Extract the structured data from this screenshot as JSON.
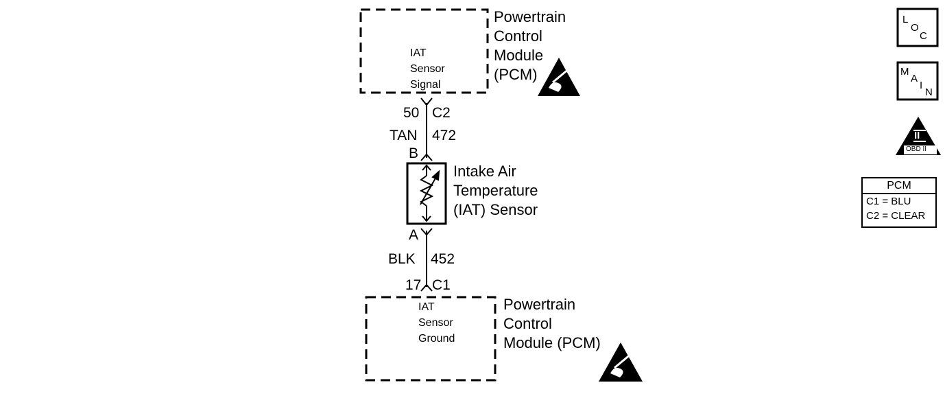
{
  "pcm_top": {
    "title_lines": [
      "Powertrain",
      "Control",
      "Module",
      "(PCM)"
    ],
    "signal_lines": [
      "IAT",
      "Sensor",
      "Signal"
    ]
  },
  "wire_upper": {
    "pin": "50",
    "connector": "C2",
    "color": "TAN",
    "circuit": "472",
    "sensor_terminal": "B"
  },
  "sensor": {
    "name_lines": [
      "Intake Air",
      "Temperature",
      "(IAT) Sensor"
    ]
  },
  "wire_lower": {
    "sensor_terminal": "A",
    "color": "BLK",
    "circuit": "452",
    "pin": "17",
    "connector": "C1"
  },
  "pcm_bottom": {
    "title_lines": [
      "Powertrain",
      "Control",
      "Module (PCM)"
    ],
    "signal_lines": [
      "IAT",
      "Sensor",
      "Ground"
    ]
  },
  "side_icons": {
    "loc": [
      "L",
      "O",
      "C"
    ],
    "main": [
      "M",
      "A",
      "I",
      "N"
    ],
    "obd_numeral": "II",
    "obd_label": "OBD II"
  },
  "legend": {
    "title": "PCM",
    "rows": [
      "C1 = BLU",
      "C2 = CLEAR"
    ]
  }
}
